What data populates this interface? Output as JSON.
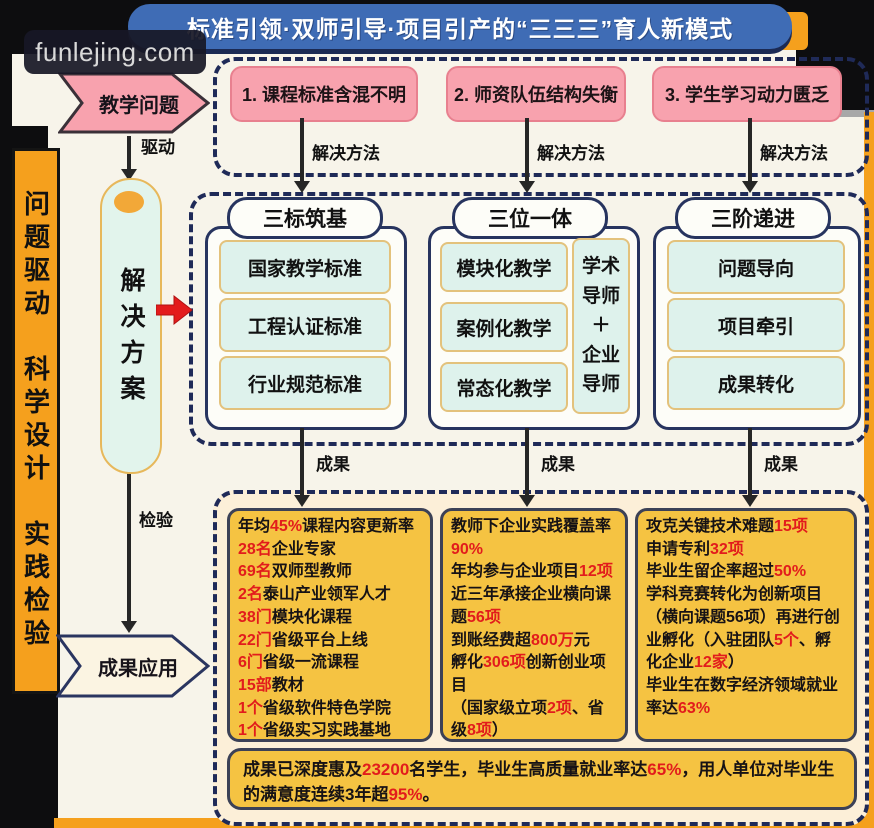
{
  "watermark": "funlejing.com",
  "header": {
    "title": "标准引领·双师引导·项目引产的“三三三”育人新模式"
  },
  "sidebar": {
    "text": "问题驱动　科学设计　实践检验"
  },
  "flow": {
    "teaching_problem": "教学问题",
    "drive": "驱动",
    "solution": "解决方案",
    "check": "检验",
    "result_apply": "成果应用",
    "method": "解决方法",
    "result": "成果"
  },
  "problems": [
    "1. 课程标准含混不明",
    "2. 师资队伍结构失衡",
    "3. 学生学习动力匮乏"
  ],
  "groups": [
    {
      "title": "三标筑基",
      "items": [
        "国家教学标准",
        "工程认证标准",
        "行业规范标准"
      ]
    },
    {
      "title": "三位一体",
      "items": [
        "模块化教学",
        "案例化教学",
        "常态化教学"
      ],
      "mentor": "学术\n导师\n＋\n企业\n导师"
    },
    {
      "title": "三阶递进",
      "items": [
        "问题导向",
        "项目牵引",
        "成果转化"
      ]
    }
  ],
  "results": {
    "box1": [
      [
        [
          "年均"
        ],
        [
          "45%",
          "r"
        ],
        [
          "课程内容更新率"
        ]
      ],
      [
        [
          "28名",
          "r"
        ],
        [
          "企业专家"
        ]
      ],
      [
        [
          "69名",
          "r"
        ],
        [
          "双师型教师"
        ]
      ],
      [
        [
          "2名",
          "r"
        ],
        [
          "泰山产业领军人才"
        ]
      ],
      [
        [
          "38门",
          "r"
        ],
        [
          "模块化课程"
        ]
      ],
      [
        [
          "22门",
          "r"
        ],
        [
          "省级平台上线"
        ]
      ],
      [
        [
          "6门",
          "r"
        ],
        [
          "省级一流课程"
        ]
      ],
      [
        [
          "15部",
          "r"
        ],
        [
          "教材"
        ]
      ],
      [
        [
          "1个",
          "r"
        ],
        [
          "省级软件特色学院"
        ]
      ],
      [
        [
          "1个",
          "r"
        ],
        [
          "省级实习实践基地"
        ]
      ]
    ],
    "box2": [
      [
        [
          "教师下企业实践覆盖率"
        ],
        [
          "90%",
          "r"
        ]
      ],
      [
        [
          "年均参与企业项目"
        ],
        [
          "12项",
          "r"
        ]
      ],
      [
        [
          "近三年承接企业横向课题"
        ],
        [
          "56项",
          "r"
        ]
      ],
      [
        [
          "到账经费超"
        ],
        [
          "800万",
          "r"
        ],
        [
          "元"
        ]
      ],
      [
        [
          "孵化"
        ],
        [
          "306项",
          "r"
        ],
        [
          "创新创业项目"
        ]
      ],
      [
        [
          "（国家级立项"
        ],
        [
          "2项",
          "r"
        ],
        [
          "、省级"
        ],
        [
          "8项",
          "r"
        ],
        [
          "）"
        ]
      ]
    ],
    "box3": [
      [
        [
          "攻克关键技术难题"
        ],
        [
          "15项",
          "r"
        ]
      ],
      [
        [
          "申请专利"
        ],
        [
          "32项",
          "r"
        ]
      ],
      [
        [
          "毕业生留企率超过"
        ],
        [
          "50%",
          "r"
        ]
      ],
      [
        [
          "学科竞赛转化为创新项目（横向课题56项）再进行创业孵化（入驻团队"
        ],
        [
          "5个",
          "r"
        ],
        [
          "、孵化企业"
        ],
        [
          "12家",
          "r"
        ],
        [
          "）"
        ]
      ],
      [
        [
          "毕业生在数字经济领域就业率达"
        ],
        [
          "63%",
          "r"
        ]
      ]
    ],
    "summary": [
      [
        [
          "成果已深度惠及"
        ],
        [
          "23200",
          "r"
        ],
        [
          "名学生，毕业生高质量就业率达"
        ],
        [
          "65%",
          "r"
        ],
        [
          "，用人单位对毕业生的满意度连续3年超"
        ],
        [
          "95%",
          "r"
        ],
        [
          "。"
        ]
      ]
    ]
  },
  "colors": {
    "navy": "#1f2a58",
    "banner_blue": "#3f6cb5",
    "pink": "#f8a2ae",
    "cyan": "#def2ec",
    "orange_bar": "#f5a01d",
    "orange_result": "#f5c342",
    "red_highlight": "#e21c1c",
    "background": "#f7f4ea"
  }
}
